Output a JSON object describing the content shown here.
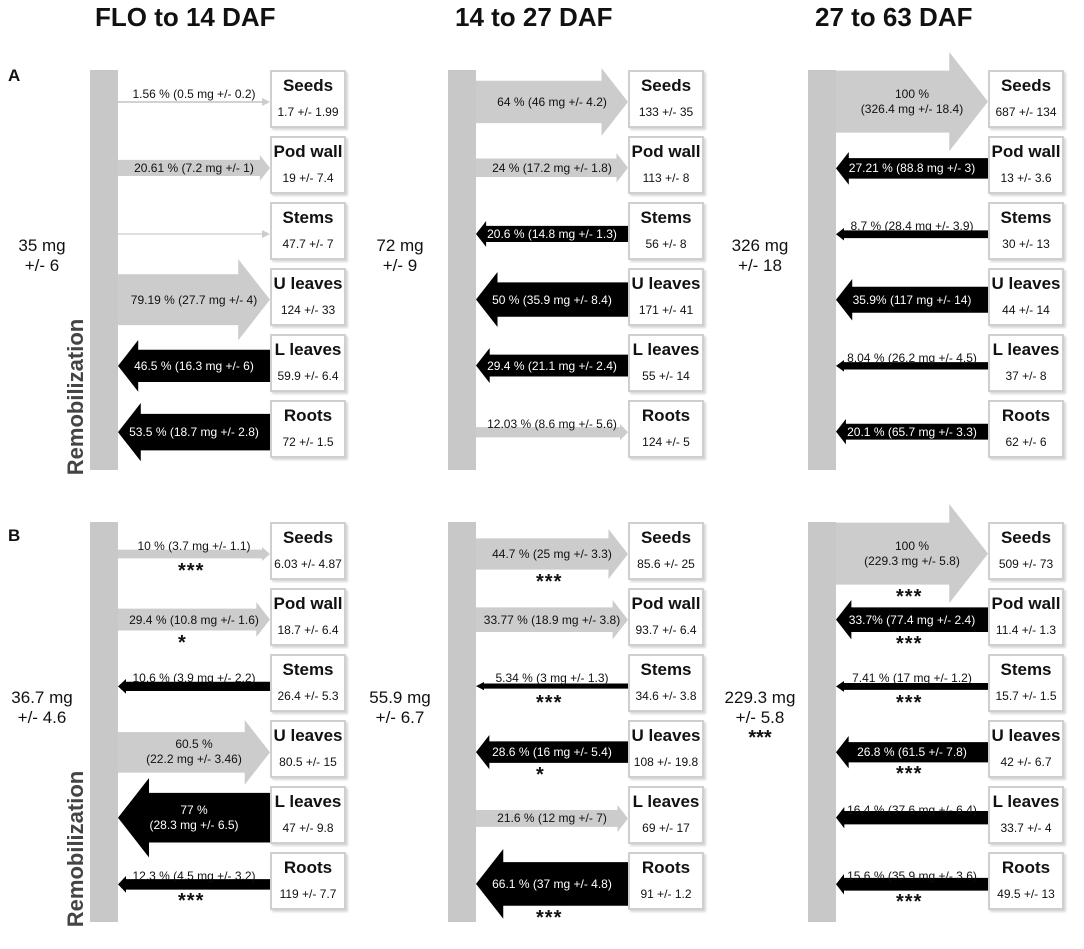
{
  "column_titles": [
    "FLO to 14 DAF",
    "14 to 27 DAF",
    "27 to 63 DAF"
  ],
  "panel_labels": [
    "A",
    "B"
  ],
  "trunk_label": "Remobilization",
  "colors": {
    "export": "#000000",
    "import": "#cccccc",
    "trunk": "#c8c8c8",
    "box_border": "#cfcfcf"
  },
  "panels": [
    {
      "label": "A",
      "columns": [
        {
          "total": [
            "35 mg",
            "+/- 6"
          ],
          "total_stars": "",
          "organs": [
            {
              "name": "Seeds",
              "value": "1.7 +/- 1.99",
              "flow": "1.56 % (0.5 mg +/- 0.2)",
              "dir": "in",
              "pct": 1.56,
              "stars": ""
            },
            {
              "name": "Pod wall",
              "value": "19 +/- 7.4",
              "flow": "20.61 % (7.2 mg +/- 1)",
              "dir": "in",
              "pct": 20.61,
              "stars": ""
            },
            {
              "name": "Stems",
              "value": "47.7 +/- 7",
              "flow": "",
              "dir": "in",
              "pct": 0.3,
              "stars": ""
            },
            {
              "name": "U leaves",
              "value": "124 +/- 33",
              "flow": "79.19 % (27.7 mg +/- 4)",
              "dir": "in",
              "pct": 79.19,
              "stars": ""
            },
            {
              "name": "L leaves",
              "value": "59.9 +/- 6.4",
              "flow": "46.5 % (16.3 mg +/- 6)",
              "dir": "out",
              "pct": 46.5,
              "stars": ""
            },
            {
              "name": "Roots",
              "value": "72 +/- 1.5",
              "flow": "53.5 % (18.7 mg +/- 2.8)",
              "dir": "out",
              "pct": 53.5,
              "stars": ""
            }
          ]
        },
        {
          "total": [
            "72 mg",
            "+/- 9"
          ],
          "total_stars": "",
          "organs": [
            {
              "name": "Seeds",
              "value": "133 +/- 35",
              "flow": "64 % (46 mg +/- 4.2)",
              "dir": "in",
              "pct": 64,
              "stars": ""
            },
            {
              "name": "Pod wall",
              "value": "113 +/- 8",
              "flow": "24 % (17.2 mg +/- 1.8)",
              "dir": "in",
              "pct": 24,
              "stars": ""
            },
            {
              "name": "Stems",
              "value": "56 +/- 8",
              "flow": "20.6 % (14.8 mg +/- 1.3)",
              "dir": "out",
              "pct": 20.6,
              "stars": ""
            },
            {
              "name": "U leaves",
              "value": "171 +/- 41",
              "flow": "50 % (35.9 mg +/- 8.4)",
              "dir": "out",
              "pct": 50,
              "stars": ""
            },
            {
              "name": "L leaves",
              "value": "55 +/- 14",
              "flow": "29.4 % (21.1 mg +/- 2.4)",
              "dir": "out",
              "pct": 29.4,
              "stars": ""
            },
            {
              "name": "Roots",
              "value": "124 +/- 5",
              "flow": "12.03 % (8.6 mg +/- 5.6)",
              "dir": "in",
              "pct": 12.03,
              "stars": ""
            }
          ]
        },
        {
          "total": [
            "326 mg",
            "+/- 18"
          ],
          "total_stars": "",
          "organs": [
            {
              "name": "Seeds",
              "value": "687 +/- 134",
              "flow": "100 %|(326.4 mg +/- 18.4)",
              "dir": "in",
              "pct": 100,
              "stars": ""
            },
            {
              "name": "Pod wall",
              "value": "13 +/- 3.6",
              "flow": "27.21 % (88.8 mg +/- 3)",
              "dir": "out",
              "pct": 27.21,
              "stars": ""
            },
            {
              "name": "Stems",
              "value": "30 +/- 13",
              "flow": "8.7 % (28.4 mg +/- 3.9)",
              "dir": "out",
              "pct": 8.7,
              "stars": ""
            },
            {
              "name": "U leaves",
              "value": "44 +/- 14",
              "flow": "35.9% (117 mg +/- 14)",
              "dir": "out",
              "pct": 35.9,
              "stars": ""
            },
            {
              "name": "L leaves",
              "value": "37 +/- 8",
              "flow": "8.04 % (26.2 mg +/- 4.5)",
              "dir": "out",
              "pct": 8.04,
              "stars": ""
            },
            {
              "name": "Roots",
              "value": "62 +/- 6",
              "flow": "20.1 % (65.7 mg +/- 3.3)",
              "dir": "out",
              "pct": 20.1,
              "stars": ""
            }
          ]
        }
      ]
    },
    {
      "label": "B",
      "columns": [
        {
          "total": [
            "36.7 mg",
            "+/- 4.6"
          ],
          "total_stars": "",
          "organs": [
            {
              "name": "Seeds",
              "value": "6.03 +/- 4.87",
              "flow": "10 % (3.7 mg +/- 1.1)",
              "dir": "in",
              "pct": 10,
              "stars": "***"
            },
            {
              "name": "Pod wall",
              "value": "18.7 +/- 6.4",
              "flow": "29.4 % (10.8 mg +/- 1.6)",
              "dir": "in",
              "pct": 29.4,
              "stars": "*"
            },
            {
              "name": "Stems",
              "value": "26.4 +/- 5.3",
              "flow": "10.6 % (3.9 mg +/- 2.2)",
              "dir": "out",
              "pct": 10.6,
              "stars": ""
            },
            {
              "name": "U leaves",
              "value": "80.5 +/- 15",
              "flow": "60.5 %|(22.2 mg +/- 3.46)",
              "dir": "in",
              "pct": 60.5,
              "stars": ""
            },
            {
              "name": "L leaves",
              "value": "47 +/- 9.8",
              "flow": "77 %|(28.3 mg +/- 6.5)",
              "dir": "out",
              "pct": 77,
              "stars": ""
            },
            {
              "name": "Roots",
              "value": "119 +/- 7.7",
              "flow": "12.3 % (4.5 mg +/- 3.2)",
              "dir": "out",
              "pct": 12.3,
              "stars": "***"
            }
          ]
        },
        {
          "total": [
            "55.9 mg",
            "+/- 6.7"
          ],
          "total_stars": "",
          "organs": [
            {
              "name": "Seeds",
              "value": "85.6 +/- 25",
              "flow": "44.7 % (25 mg +/- 3.3)",
              "dir": "in",
              "pct": 44.7,
              "stars": "***"
            },
            {
              "name": "Pod wall",
              "value": "93.7 +/- 6.4",
              "flow": "33.77 % (18.9 mg +/- 3.8)",
              "dir": "in",
              "pct": 33.77,
              "stars": ""
            },
            {
              "name": "Stems",
              "value": "34.6 +/- 3.8",
              "flow": "5.34 % (3 mg +/- 1.3)",
              "dir": "out",
              "pct": 5.34,
              "stars": "***"
            },
            {
              "name": "U leaves",
              "value": "108 +/- 19.8",
              "flow": "28.6 % (16 mg +/- 5.4)",
              "dir": "out",
              "pct": 28.6,
              "stars": "*"
            },
            {
              "name": "L leaves",
              "value": "69 +/- 17",
              "flow": "21.6 % (12 mg +/- 7)",
              "dir": "in",
              "pct": 21.6,
              "stars": ""
            },
            {
              "name": "Roots",
              "value": "91 +/- 1.2",
              "flow": "66.1 % (37 mg +/- 4.8)",
              "dir": "out",
              "pct": 66.1,
              "stars": "***"
            }
          ]
        },
        {
          "total": [
            "229.3 mg",
            "+/- 5.8"
          ],
          "total_stars": "***",
          "organs": [
            {
              "name": "Seeds",
              "value": "509 +/- 73",
              "flow": "100 %|(229.3 mg +/- 5.8)",
              "dir": "in",
              "pct": 100,
              "stars": "***"
            },
            {
              "name": "Pod wall",
              "value": "11.4 +/- 1.3",
              "flow": "33.7% (77.4 mg +/- 2.4)",
              "dir": "out",
              "pct": 33.7,
              "stars": "***"
            },
            {
              "name": "Stems",
              "value": "15.7 +/- 1.5",
              "flow": "7.41 % (17 mg +/- 1.2)",
              "dir": "out",
              "pct": 7.41,
              "stars": "***"
            },
            {
              "name": "U leaves",
              "value": "42 +/- 6.7",
              "flow": "26.8 % (61.5 +/- 7.8)",
              "dir": "out",
              "pct": 26.8,
              "stars": "***"
            },
            {
              "name": "L leaves",
              "value": "33.7 +/- 4",
              "flow": "16.4 % (37.6 mg +/- 6.4)",
              "dir": "out",
              "pct": 16.4,
              "stars": ""
            },
            {
              "name": "Roots",
              "value": "49.5 +/- 13",
              "flow": "15.6 % (35.9 mg +/- 3.6)",
              "dir": "out",
              "pct": 15.6,
              "stars": "***"
            }
          ]
        }
      ]
    }
  ]
}
